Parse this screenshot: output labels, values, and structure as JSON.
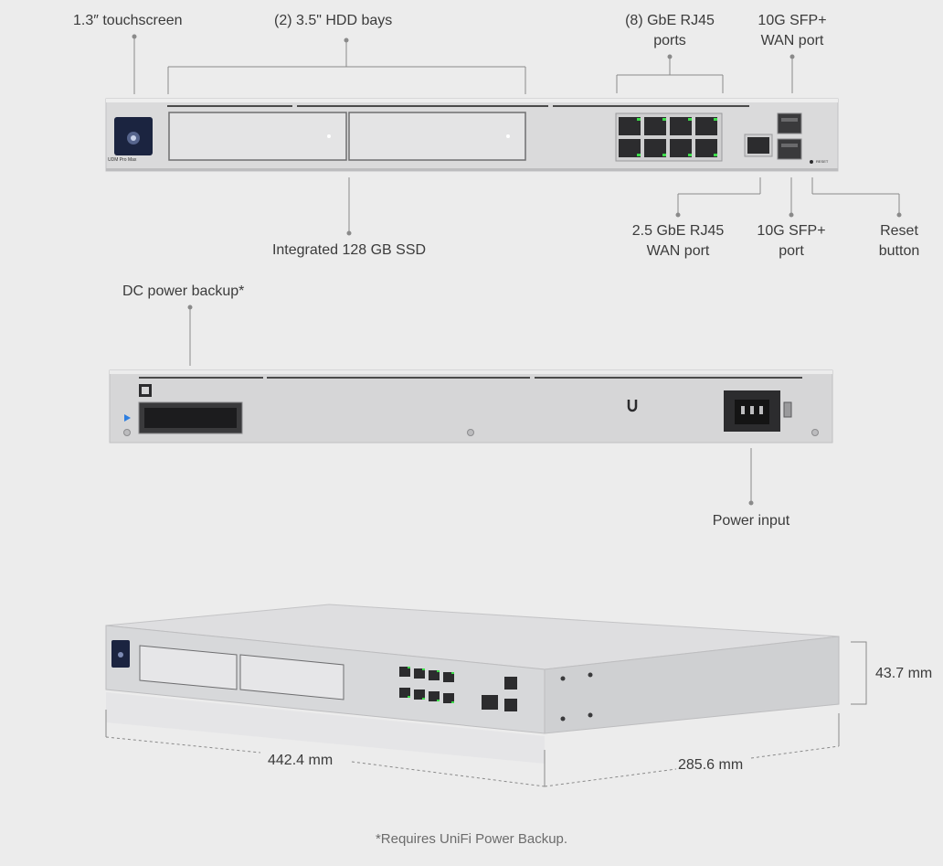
{
  "labels": {
    "touchscreen": "1.3″ touchscreen",
    "hdd_bays": "(2) 3.5\" HDD bays",
    "gbe_ports_line1": "(8) GbE RJ45",
    "gbe_ports_line2": "ports",
    "sfp_wan_line1": "10G SFP+",
    "sfp_wan_line2": "WAN port",
    "ssd": "Integrated 128 GB SSD",
    "rj45_wan_line1": "2.5 GbE RJ45",
    "rj45_wan_line2": "WAN port",
    "sfp_port_line1": "10G SFP+",
    "sfp_port_line2": "port",
    "reset_line1": "Reset",
    "reset_line2": "button",
    "dc_backup": "DC power backup*",
    "power_input": "Power input"
  },
  "dimensions": {
    "height": "43.7 mm",
    "width": "442.4 mm",
    "depth": "285.6 mm"
  },
  "device": {
    "screen_label": "UDM Pro Max",
    "reset_label": "RESET"
  },
  "footnote": "*Requires UniFi Power Backup.",
  "colors": {
    "chassis": "#d9d9da",
    "chassis_edge": "#bdbdbf",
    "port_led": "#3ddc4a",
    "leader": "#8a8a8a",
    "screen": "#1b2440"
  }
}
